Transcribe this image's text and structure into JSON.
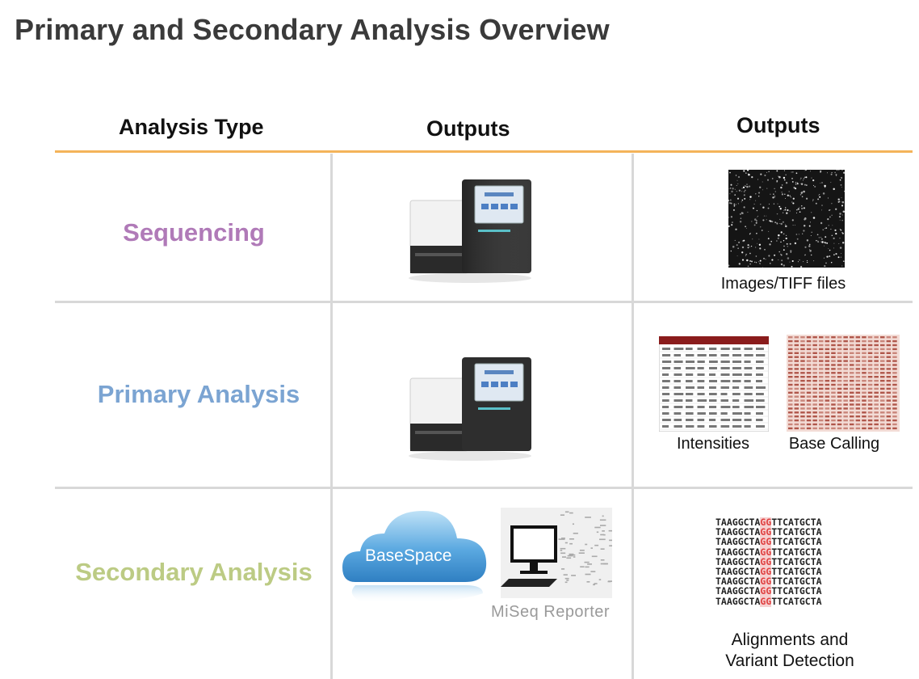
{
  "title": "Primary and Secondary Analysis Overview",
  "columns": {
    "analysis_type": "Analysis Type",
    "outputs_1": "Outputs",
    "outputs_2": "Outputs"
  },
  "rows": [
    {
      "label": "Sequencing",
      "color": "#b07ab8"
    },
    {
      "label": "Primary Analysis",
      "color": "#7ba4d2"
    },
    {
      "label": "Secondary Analysis",
      "color": "#bccb84"
    }
  ],
  "captions": {
    "images_tiff": "Images/TIFF files",
    "intensities": "Intensities",
    "base_calling": "Base Calling",
    "basespace": "BaseSpace",
    "miseq_reporter": "MiSeq Reporter",
    "alignments_line1": "Alignments and",
    "alignments_line2": "Variant Detection"
  },
  "alignment_sequences": [
    "TAAGGCTAGGTTCATGCTA",
    "TAAGGCTAGGTTCATGCTA",
    "TAAGGCTAGGTTCATGCTA",
    "TAAGGCTAGGTTCATGCTA",
    "TAAGGCTAGGTTCATGCTA",
    "TAAGGCTAGGTTCATGCTA",
    "TAAGGCTAGGTTCATGCTA",
    "TAAGGCTAGGTTCATGCTA",
    "TAAGGCTAGGTTCATGCTA"
  ],
  "colors": {
    "accent_line": "#f4b45a",
    "grid": "#d8d8d8",
    "highlight": "#e04040"
  }
}
